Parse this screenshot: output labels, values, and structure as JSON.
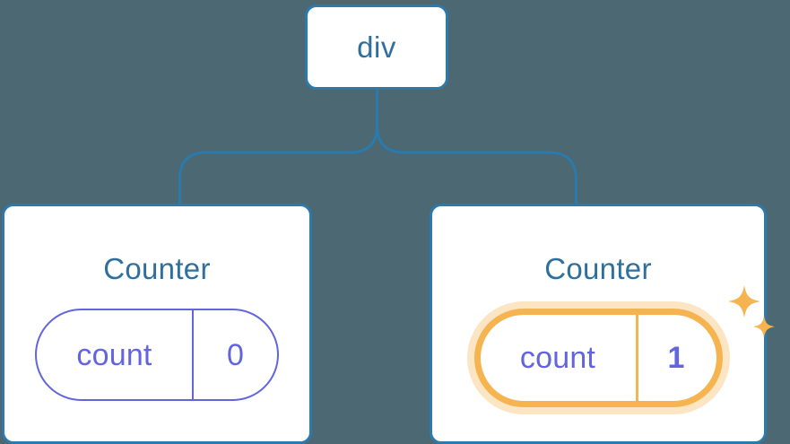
{
  "diagram": {
    "title": "React component tree with highlighted state update",
    "background_color": "#4b6873",
    "node_border_color": "#2c7aab",
    "node_text_color": "#2e6f9e",
    "state_color": "#6265dd",
    "highlight_color": "#f5b44f",
    "highlight_glow_color": "#fbdcae"
  },
  "root": {
    "label": "div"
  },
  "children": [
    {
      "title": "Counter",
      "state": {
        "key": "count",
        "value": "0"
      },
      "highlighted": false,
      "sparkle": false
    },
    {
      "title": "Counter",
      "state": {
        "key": "count",
        "value": "1"
      },
      "highlighted": true,
      "sparkle": true
    }
  ],
  "icons": {
    "sparkle_large": "sparkle-icon",
    "sparkle_small": "sparkle-icon"
  }
}
